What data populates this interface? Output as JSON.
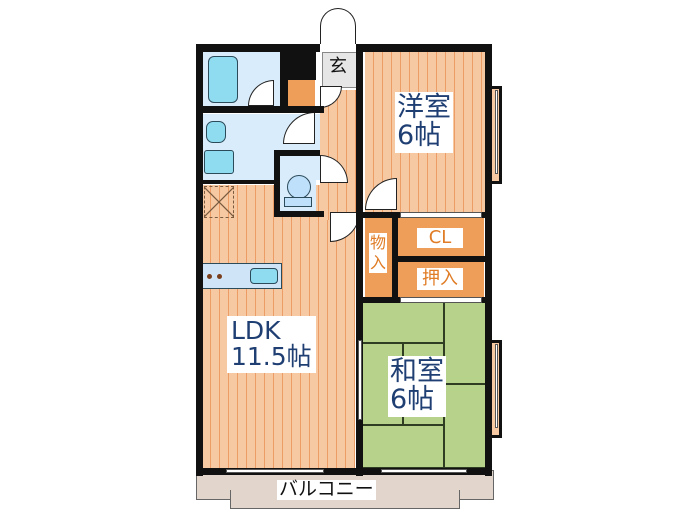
{
  "floor_plan": {
    "rooms": {
      "entrance": {
        "label": "玄"
      },
      "western_room": {
        "name": "洋室",
        "size": "6帖"
      },
      "closet": {
        "label": "CL"
      },
      "storage": {
        "label": "物入"
      },
      "oshiire": {
        "label": "押入"
      },
      "ldk": {
        "name": "LDK",
        "size": "11.5帖"
      },
      "japanese_room": {
        "name": "和室",
        "size": "6帖"
      },
      "balcony": {
        "label": "バルコニー"
      }
    },
    "colors": {
      "wall": "#111111",
      "wood_floor": "#f6c9a3",
      "wood_stripe": "#ec9d66",
      "tatami": "#b7d38b",
      "wet_area": "#d9ecfb",
      "fixture": "#8fdcf0",
      "storage": "#ef9e5a",
      "balcony": "#e2d5cc",
      "label_text": "#1f3f73",
      "storage_text": "#e07c25"
    }
  }
}
